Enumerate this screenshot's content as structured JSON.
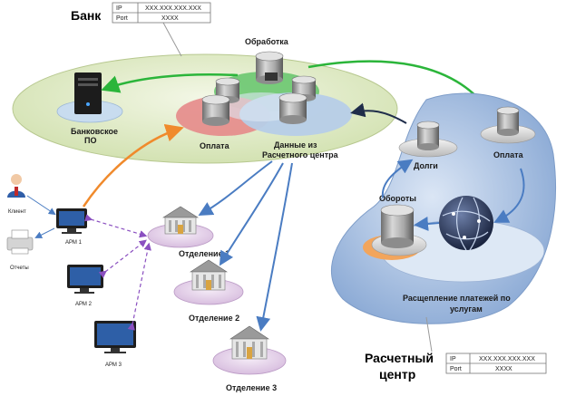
{
  "bank": {
    "title": "Банк",
    "table": {
      "ip_label": "IP",
      "ip_value": "XXX.XXX.XXX.XXX",
      "port_label": "Port",
      "port_value": "XXXX"
    },
    "processing_label": "Обработка",
    "bank_software_label": "Банковское\nПО",
    "payment_label": "Оплата",
    "center_data_label": "Данные из\nРасчетного центра"
  },
  "center": {
    "title": "Расчетный\nцентр",
    "table": {
      "ip_label": "IP",
      "ip_value": "XXX.XXX.XXX.XXX",
      "port_label": "Port",
      "port_value": "XXXX"
    },
    "debts_label": "Долги",
    "payment_label": "Оплата",
    "turnover_label": "Обороты",
    "split_label": "Расщепление платежей по\nуслугам"
  },
  "left": {
    "client_label": "Клиент",
    "reports_label": "Отчеты",
    "arm1_label": "АРМ 1",
    "arm2_label": "АРМ 2",
    "arm3_label": "АРМ 3"
  },
  "branches": {
    "b1_label": "Отделение 1",
    "b2_label": "Отделение 2",
    "b3_label": "Отделение 3"
  },
  "colors": {
    "bank_region": "#dfe9c3",
    "center_region": "#a9c2e2",
    "green_arrow": "#2bb53a",
    "orange_arrow": "#f08a2c",
    "blue_arrow": "#4a7cc2",
    "dark_arrow": "#1f2d4a",
    "purple_dash": "#8a4fc0"
  }
}
